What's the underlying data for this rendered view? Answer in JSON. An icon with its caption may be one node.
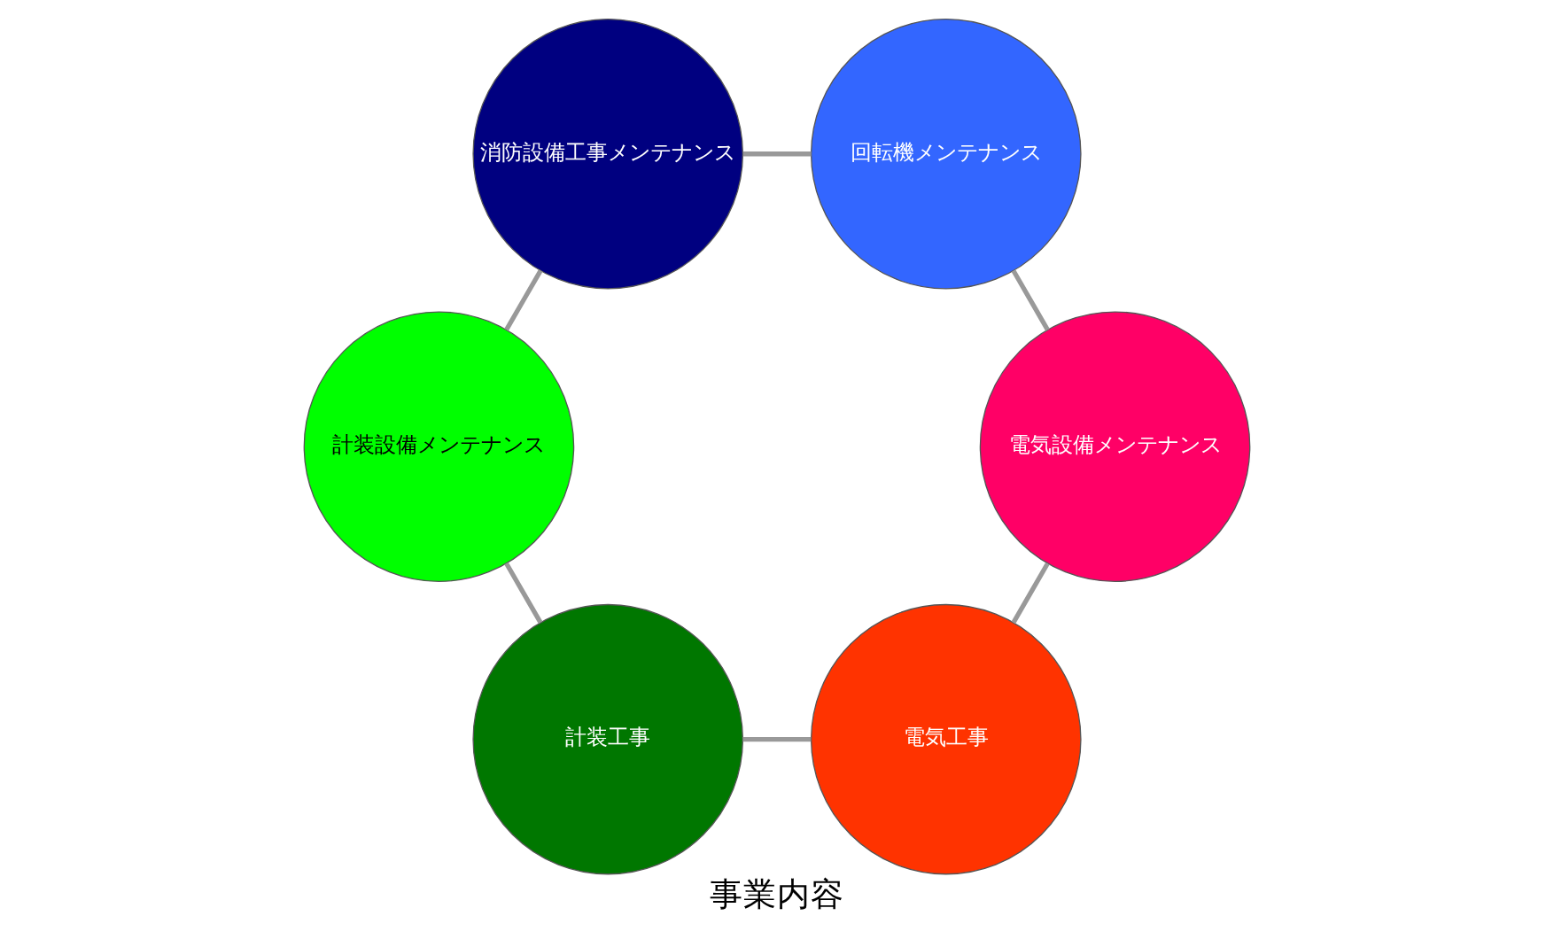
{
  "diagram": {
    "title": "事業内容",
    "nodes": [
      {
        "text": [
          "電気工事"
        ]
      },
      {
        "text": [
          "計装工事"
        ]
      },
      {
        "text": [
          "計装設備メンテナンス"
        ]
      },
      {
        "text": [
          "消防設備工事メンテナンス"
        ]
      },
      {
        "text": [
          "回転機メンテナンス"
        ]
      },
      {
        "text": [
          "電気設備メンテナンス"
        ]
      }
    ],
    "edges": [
      {
        "from": 0,
        "to": 1,
        "arrow": "none"
      },
      {
        "from": 1,
        "to": 2,
        "arrow": "none"
      },
      {
        "from": 2,
        "to": 3,
        "arrow": "none"
      },
      {
        "from": 3,
        "to": 4,
        "arrow": "none"
      },
      {
        "from": 4,
        "to": 5,
        "arrow": "none"
      },
      {
        "from": 5,
        "to": 0,
        "arrow": "none"
      }
    ]
  }
}
